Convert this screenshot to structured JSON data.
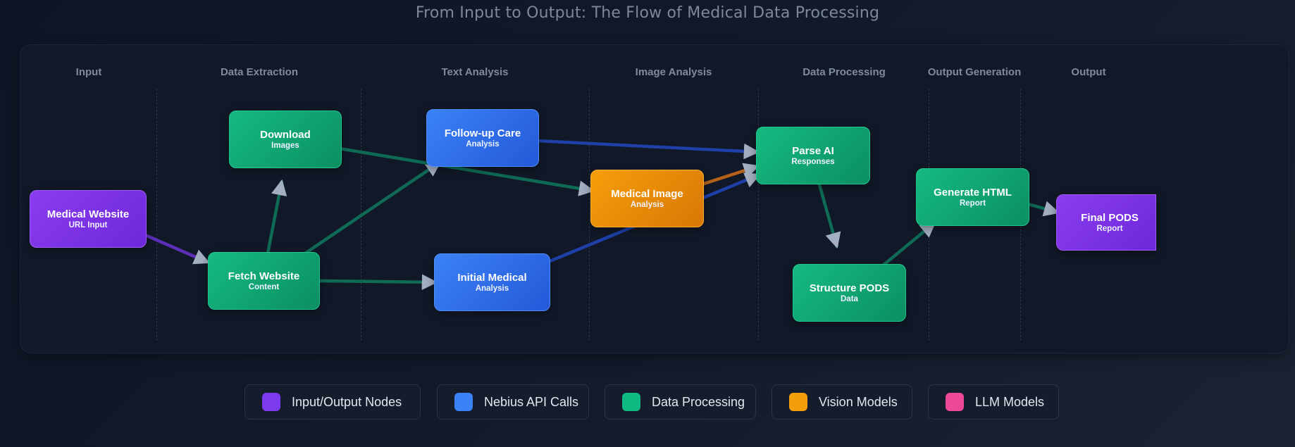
{
  "title": "From Input to Output: The Flow of Medical Data Processing",
  "columns": [
    "Input",
    "Data Extraction",
    "Text Analysis",
    "Image Analysis",
    "Data Processing",
    "Output Generation",
    "Output"
  ],
  "nodes": {
    "medical_website": {
      "title": "Medical Website",
      "subtitle": "URL Input",
      "category": "input-output"
    },
    "fetch_website": {
      "title": "Fetch Website",
      "subtitle": "Content",
      "category": "data-processing"
    },
    "download": {
      "title": "Download",
      "subtitle": "Images",
      "category": "data-processing"
    },
    "follow_up_care": {
      "title": "Follow-up Care",
      "subtitle": "Analysis",
      "category": "nebius-api"
    },
    "initial_medical": {
      "title": "Initial Medical",
      "subtitle": "Analysis",
      "category": "nebius-api"
    },
    "medical_image": {
      "title": "Medical Image",
      "subtitle": "Analysis",
      "category": "vision-models"
    },
    "parse_ai": {
      "title": "Parse AI",
      "subtitle": "Responses",
      "category": "data-processing"
    },
    "structure_pods": {
      "title": "Structure PODS",
      "subtitle": "Data",
      "category": "data-processing"
    },
    "generate_html": {
      "title": "Generate HTML",
      "subtitle": "Report",
      "category": "data-processing"
    },
    "final_pods": {
      "title": "Final PODS",
      "subtitle": "Report",
      "category": "input-output"
    }
  },
  "edges": [
    {
      "from": "medical_website",
      "to": "fetch_website"
    },
    {
      "from": "fetch_website",
      "to": "download"
    },
    {
      "from": "fetch_website",
      "to": "follow_up_care"
    },
    {
      "from": "fetch_website",
      "to": "initial_medical"
    },
    {
      "from": "download",
      "to": "medical_image"
    },
    {
      "from": "follow_up_care",
      "to": "parse_ai"
    },
    {
      "from": "initial_medical",
      "to": "parse_ai"
    },
    {
      "from": "medical_image",
      "to": "parse_ai"
    },
    {
      "from": "parse_ai",
      "to": "structure_pods"
    },
    {
      "from": "structure_pods",
      "to": "generate_html"
    },
    {
      "from": "generate_html",
      "to": "final_pods"
    }
  ],
  "legend": [
    {
      "label": "Input/Output Nodes",
      "color": "#7c3aed"
    },
    {
      "label": "Nebius API Calls",
      "color": "#3b82f6"
    },
    {
      "label": "Data Processing",
      "color": "#10b981"
    },
    {
      "label": "Vision Models",
      "color": "#f59e0b"
    },
    {
      "label": "LLM Models",
      "color": "#ec4899"
    }
  ],
  "colors": {
    "purple_edge": "#5b2fb8",
    "green_edge": "#0f6b55",
    "blue_edge": "#1f40a8",
    "orange_edge": "#b4621b",
    "arrowhead": "#a3aec0"
  }
}
